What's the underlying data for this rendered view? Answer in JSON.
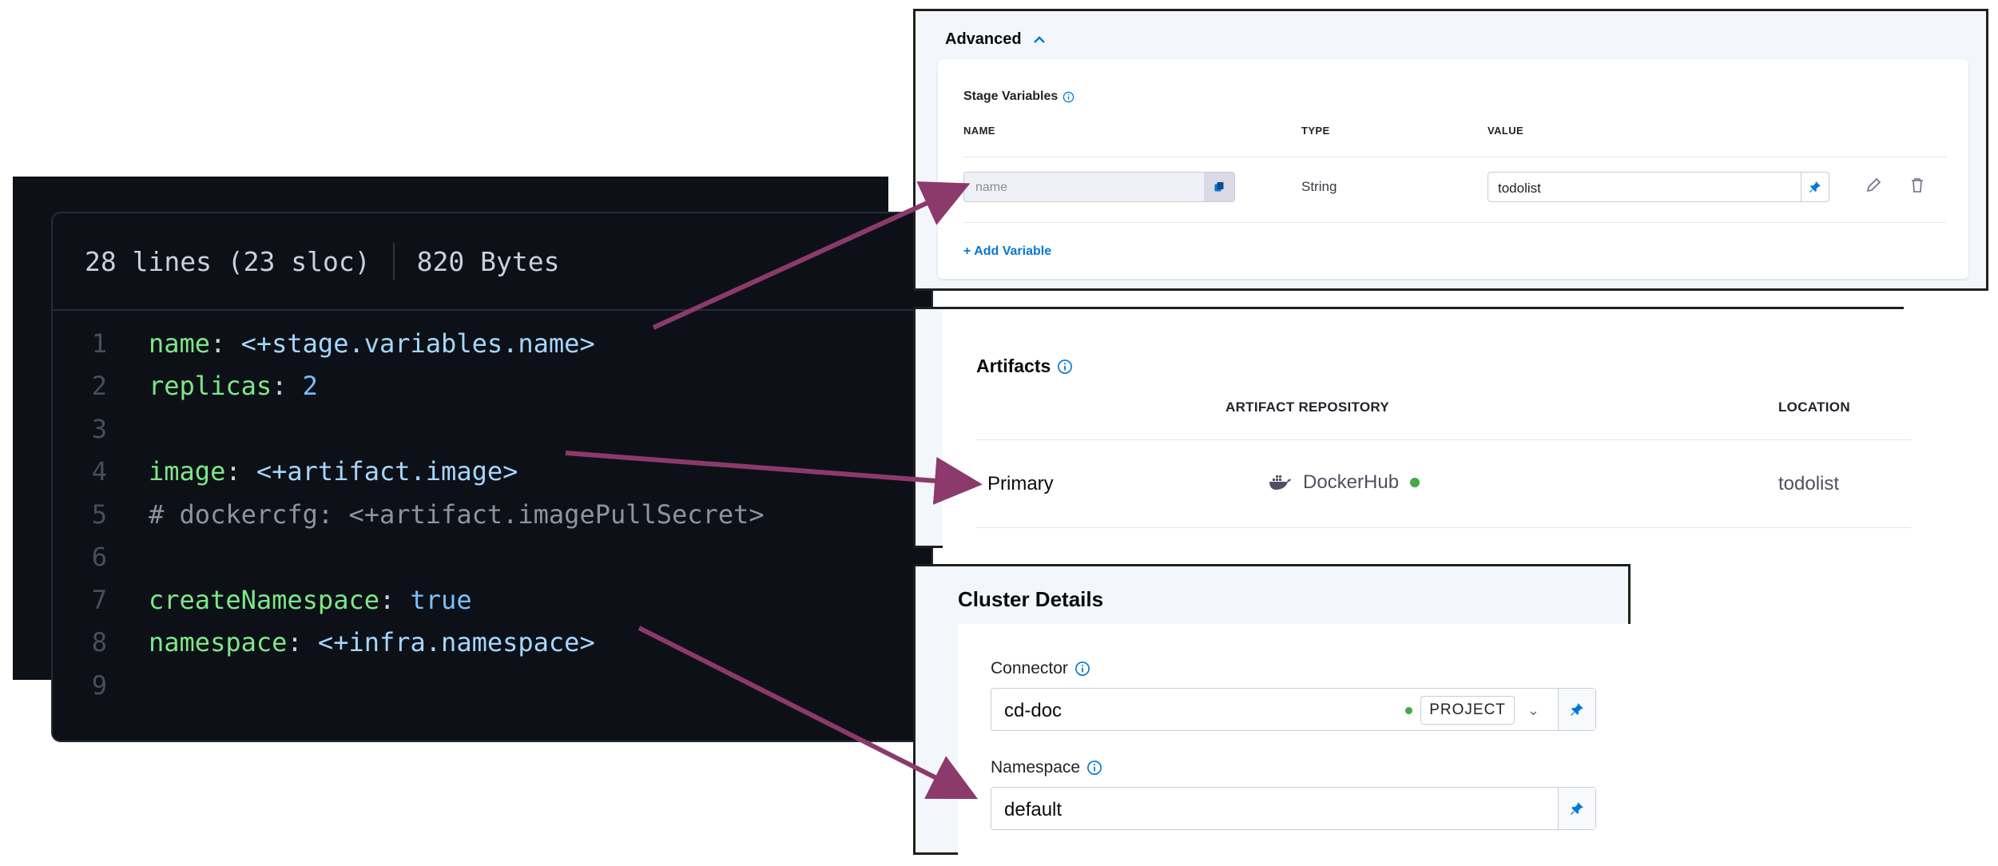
{
  "code_panel": {
    "header": {
      "lines_info": "28 lines (23 sloc)",
      "size": "820 Bytes"
    },
    "lines": [
      {
        "num": "1",
        "key": "name",
        "colon": ":",
        "value": " <+stage.variables.name>",
        "kind": "kv"
      },
      {
        "num": "2",
        "key": "replicas",
        "colon": ":",
        "value": " 2",
        "kind": "kvnum"
      },
      {
        "num": "3",
        "kind": "blank"
      },
      {
        "num": "4",
        "key": "image",
        "colon": ":",
        "value": " <+artifact.image>",
        "kind": "kv"
      },
      {
        "num": "5",
        "comment": "# dockercfg: <+artifact.imagePullSecret>",
        "kind": "comment"
      },
      {
        "num": "6",
        "kind": "blank"
      },
      {
        "num": "7",
        "key": "createNamespace",
        "colon": ":",
        "value": " true",
        "kind": "kvbool"
      },
      {
        "num": "8",
        "key": "namespace",
        "colon": ":",
        "value": " <+infra.namespace>",
        "kind": "kv"
      },
      {
        "num": "9",
        "kind": "blank"
      }
    ]
  },
  "advanced_panel": {
    "title": "Advanced",
    "stage_variables": {
      "title": "Stage Variables",
      "columns": {
        "name": "NAME",
        "type": "TYPE",
        "value": "VALUE"
      },
      "row": {
        "name_placeholder": "name",
        "type": "String",
        "value": "todolist"
      },
      "add_label": "+ Add Variable"
    }
  },
  "artifacts_panel": {
    "title": "Artifacts",
    "columns": {
      "repository": "ARTIFACT REPOSITORY",
      "location": "LOCATION"
    },
    "row": {
      "name": "Primary",
      "repository": "DockerHub",
      "location": "todolist"
    }
  },
  "cluster_panel": {
    "title": "Cluster Details",
    "connector": {
      "label": "Connector",
      "value": "cd-doc",
      "scope": "PROJECT"
    },
    "namespace": {
      "label": "Namespace",
      "value": "default"
    }
  },
  "colors": {
    "arrow": "#8b3a6b",
    "link_blue": "#0278d5",
    "status_green": "#42ab45",
    "code_bg": "#0d1117"
  }
}
